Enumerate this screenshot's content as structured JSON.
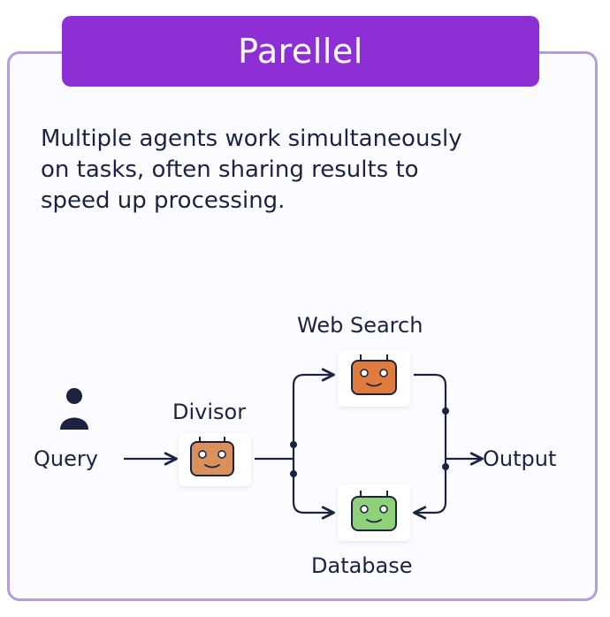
{
  "title": "Parellel",
  "description": "Multiple agents work simultaneously on tasks, often sharing results to speed up processing.",
  "description_lines": [
    "Multiple agents work simultaneously",
    "on tasks, often sharing results to",
    "speed up processing."
  ],
  "diagram": {
    "nodes": {
      "query": "Query",
      "divisor": "Divisor",
      "web_search": "Web Search",
      "database": "Database",
      "output": "Output"
    },
    "icons": {
      "query": "user-icon",
      "divisor": "robot-icon",
      "web_search": "robot-icon",
      "database": "robot-icon"
    }
  },
  "colors": {
    "accent": "#8e2fd6",
    "border": "#b39ddb",
    "divisor_robot": "#d9905a",
    "web_search_robot": "#e07b3e",
    "database_robot": "#8fd07a",
    "text": "#1c2340"
  }
}
